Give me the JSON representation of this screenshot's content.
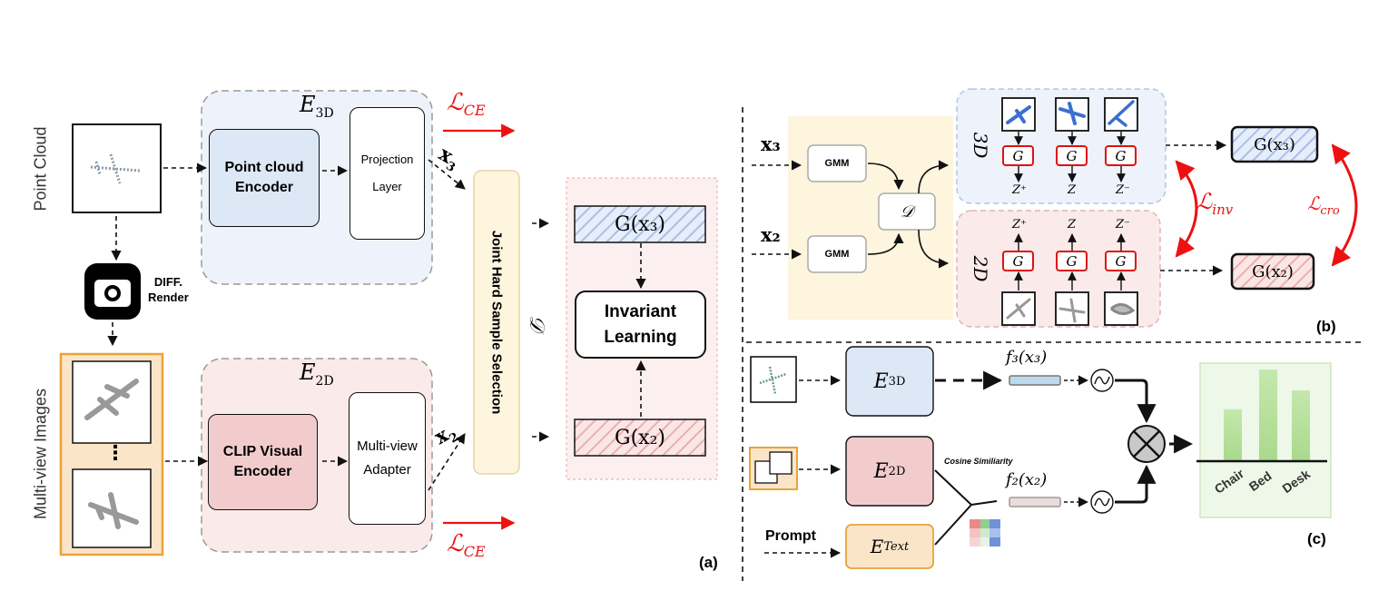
{
  "panel_a": {
    "point_cloud_label": "Point Cloud",
    "multiview_label": "Multi-view Images",
    "diff_render": "DIFF.\nRender",
    "ellipsis": "⋮",
    "e3d": "E",
    "e3d_sub": "3D",
    "e2d": "E",
    "e2d_sub": "2D",
    "point_cloud_encoder": "Point cloud Encoder",
    "projection_layer": "Projection Layer",
    "clip_visual_encoder": "CLIP Visual Encoder",
    "multiview_adapter": "Multi-view Adapter",
    "loss_ce_top": "ℒ",
    "loss_ce_sub": "CE",
    "x3": "x",
    "x3_sub": "3",
    "x2": "x",
    "x2_sub": "2",
    "joint_selection": "Joint Hard Sample Selection",
    "d_symbol": "𝒟",
    "g_x3": "G(x₃)",
    "g_x2": "G(x₂)",
    "invariant_learning": "Invariant\nLearning",
    "caption": "(a)"
  },
  "panel_b": {
    "x3": "x₃",
    "x2": "x₂",
    "gmm": "GMM",
    "d_symbol": "𝒟",
    "label_3d": "3D",
    "label_2d": "2D",
    "g": "G",
    "z_plus": "Z⁺",
    "z": "Z",
    "z_minus": "Z⁻",
    "g_x3": "G(x₃)",
    "g_x2": "G(x₂)",
    "l_inv": "ℒ",
    "l_inv_sub": "inv",
    "l_cro": "ℒ",
    "l_cro_sub": "cro",
    "caption": "(b)"
  },
  "panel_c": {
    "e3d": "E",
    "e3d_sub": "3D",
    "e2d": "E",
    "e2d_sub": "2D",
    "etext": "E",
    "etext_sub": "Text",
    "f3": "f₃(x₃)",
    "f2": "f₂(x₂)",
    "cosine": "Cosine Similiarity",
    "prompt": "Prompt",
    "caption": "(c)"
  },
  "chart_data": {
    "type": "bar",
    "categories": [
      "Chair",
      "Bed",
      "Desk"
    ],
    "values": [
      0.55,
      0.97,
      0.75
    ],
    "ylim": [
      0,
      1
    ]
  },
  "colors": {
    "blue_fill": "#dde8f7",
    "pink_fill": "#f7dcdc",
    "orange_border": "#e8a33a",
    "orange_fill": "#fbe5c8",
    "bar_green": "#b6df9a",
    "loss_red": "#ee1111"
  }
}
